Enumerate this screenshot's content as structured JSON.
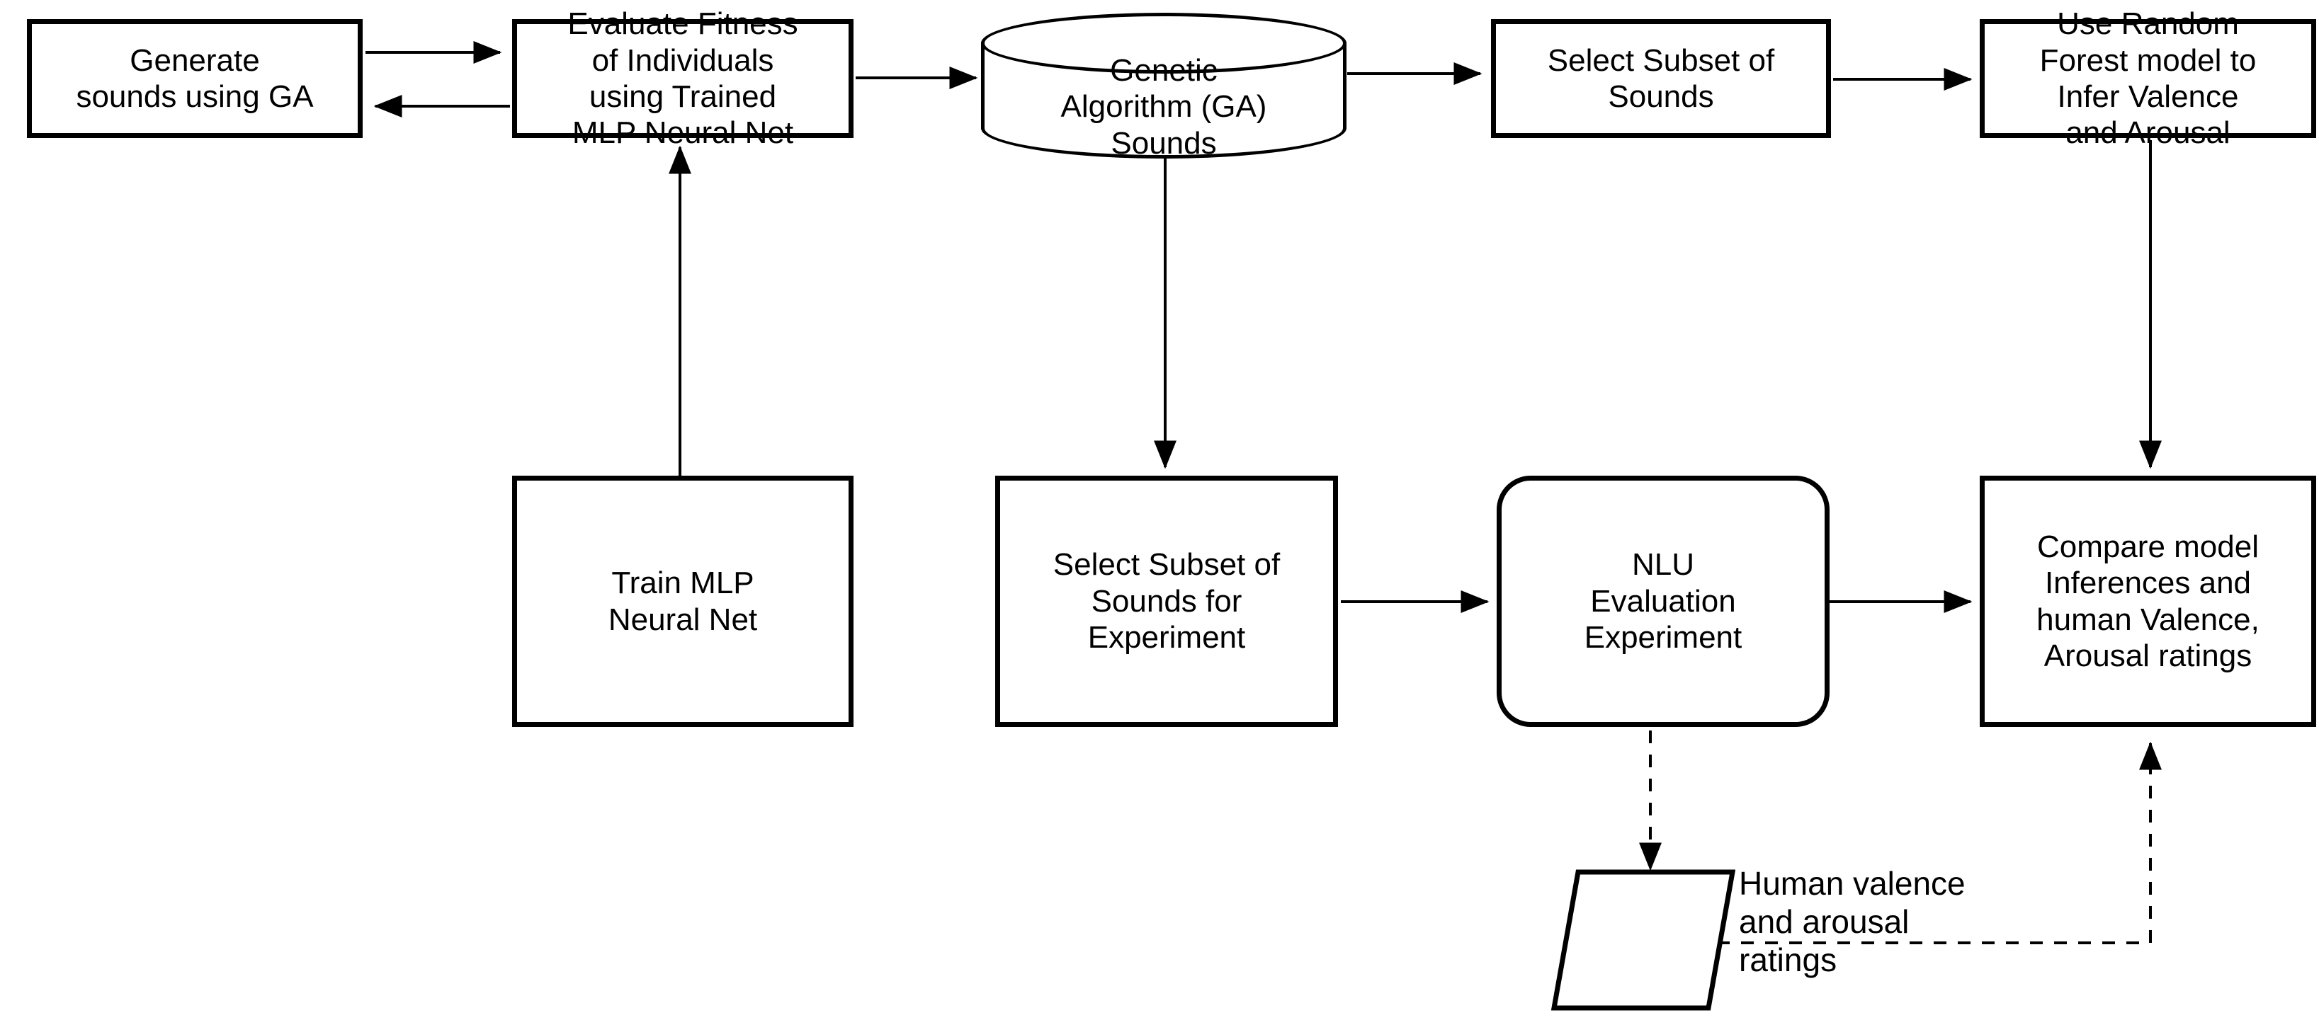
{
  "diagram": {
    "title": "Sound generation and evaluation pipeline flowchart",
    "background_color": "#ffffff",
    "stroke_color": "#000000",
    "nodes": [
      {
        "id": "generate_sounds",
        "shape": "rectangle",
        "label": "Generate\nsounds using GA"
      },
      {
        "id": "evaluate_fitness",
        "shape": "rectangle",
        "label": "Evaluate Fitness\nof Individuals\nusing Trained\nMLP Neural Net"
      },
      {
        "id": "ga_sounds",
        "shape": "cylinder",
        "label": "Genetic\nAlgorithm (GA)\nSounds"
      },
      {
        "id": "select_subset_sounds",
        "shape": "rectangle",
        "label": "Select Subset of\nSounds"
      },
      {
        "id": "random_forest",
        "shape": "rectangle",
        "label": "Use Random\nForest model to\nInfer Valence\nand Arousal"
      },
      {
        "id": "train_mlp",
        "shape": "rectangle",
        "label": "Train MLP\nNeural Net"
      },
      {
        "id": "select_subset_experiment",
        "shape": "rectangle",
        "label": "Select Subset of\nSounds for\nExperiment"
      },
      {
        "id": "nlu_experiment",
        "shape": "rounded-rectangle",
        "label": "NLU\nEvaluation\nExperiment"
      },
      {
        "id": "compare_model",
        "shape": "rectangle",
        "label": "Compare model\nInferences and\nhuman Valence,\nArousal ratings"
      },
      {
        "id": "human_ratings",
        "shape": "parallelogram",
        "label": "Human valence\nand arousal\nratings"
      }
    ],
    "edges": [
      {
        "id": "e1",
        "from": "generate_sounds",
        "to": "evaluate_fitness",
        "style": "solid",
        "arrow": "end"
      },
      {
        "id": "e2",
        "from": "evaluate_fitness",
        "to": "generate_sounds",
        "style": "solid",
        "arrow": "end"
      },
      {
        "id": "e3",
        "from": "evaluate_fitness",
        "to": "ga_sounds",
        "style": "solid",
        "arrow": "end"
      },
      {
        "id": "e4",
        "from": "ga_sounds",
        "to": "select_subset_sounds",
        "style": "solid",
        "arrow": "end"
      },
      {
        "id": "e5",
        "from": "select_subset_sounds",
        "to": "random_forest",
        "style": "solid",
        "arrow": "end"
      },
      {
        "id": "e6",
        "from": "random_forest",
        "to": "compare_model",
        "style": "solid",
        "arrow": "end"
      },
      {
        "id": "e7",
        "from": "train_mlp",
        "to": "evaluate_fitness",
        "style": "solid",
        "arrow": "end"
      },
      {
        "id": "e8",
        "from": "ga_sounds",
        "to": "select_subset_experiment",
        "style": "solid",
        "arrow": "end"
      },
      {
        "id": "e9",
        "from": "select_subset_experiment",
        "to": "nlu_experiment",
        "style": "solid",
        "arrow": "end"
      },
      {
        "id": "e10",
        "from": "nlu_experiment",
        "to": "compare_model",
        "style": "solid",
        "arrow": "end"
      },
      {
        "id": "e11",
        "from": "nlu_experiment",
        "to": "human_ratings",
        "style": "dashed",
        "arrow": "end"
      },
      {
        "id": "e12",
        "from": "human_ratings",
        "to": "compare_model",
        "style": "dashed",
        "arrow": "end"
      }
    ]
  }
}
